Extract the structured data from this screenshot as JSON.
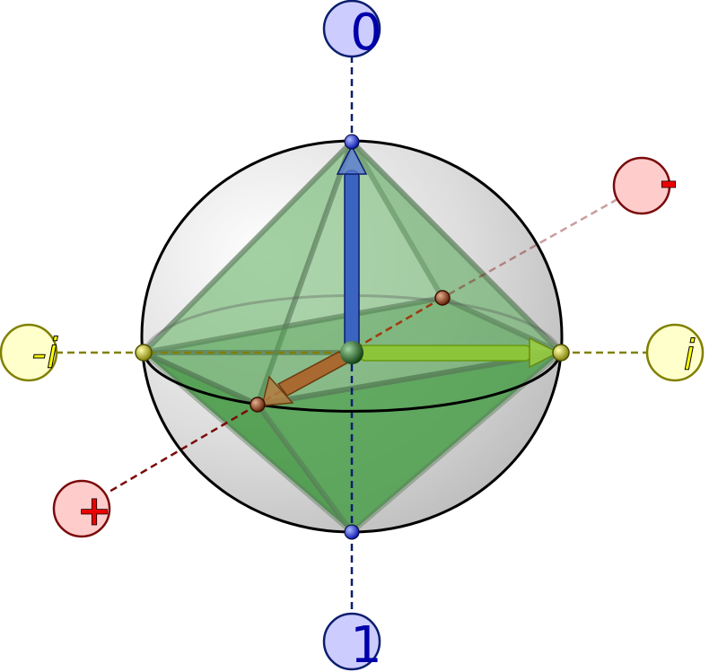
{
  "labels": {
    "zero": "0",
    "one": "1",
    "minus_i": "-i",
    "i": "i",
    "minus": "-",
    "plus": "+"
  },
  "colors": {
    "z_axis": "#0b1e6e",
    "y_axis": "#808000",
    "x_axis": "#7a0a0a",
    "z_label_fill": "#ccccff",
    "y_label_fill": "#ffffcc",
    "x_label_fill": "#ffcccc",
    "octahedron": "#2e9a2e"
  }
}
